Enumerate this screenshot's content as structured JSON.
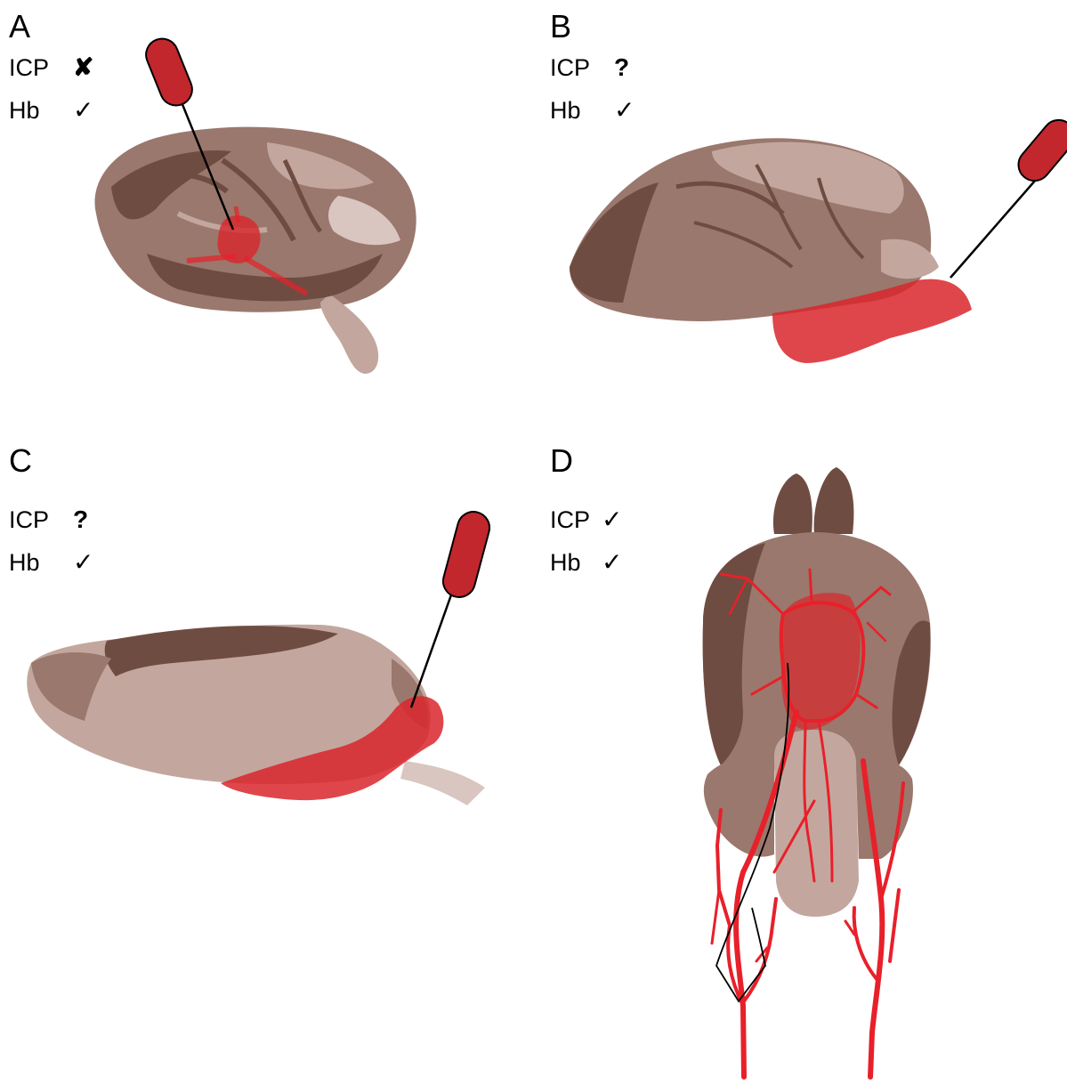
{
  "panels": [
    {
      "letter": "A",
      "rows": [
        {
          "label": "ICP",
          "mark": "✘"
        },
        {
          "label": "Hb",
          "mark": "✓"
        }
      ]
    },
    {
      "letter": "B",
      "rows": [
        {
          "label": "ICP",
          "mark": "?"
        },
        {
          "label": "Hb",
          "mark": "✓"
        }
      ]
    },
    {
      "letter": "C",
      "rows": [
        {
          "label": "ICP",
          "mark": "?"
        },
        {
          "label": "Hb",
          "mark": "✓"
        }
      ]
    },
    {
      "letter": "D",
      "rows": [
        {
          "label": "ICP",
          "mark": "✓"
        },
        {
          "label": "Hb",
          "mark": "✓"
        }
      ]
    }
  ],
  "colors": {
    "brain_dark": "#6f4c42",
    "brain_mid": "#9a786d",
    "brain_light": "#c3a79f",
    "brain_pale": "#d9c6c1",
    "hemorrhage": "#d9262b",
    "vessel": "#e8202a",
    "probe": "#c1272d"
  }
}
